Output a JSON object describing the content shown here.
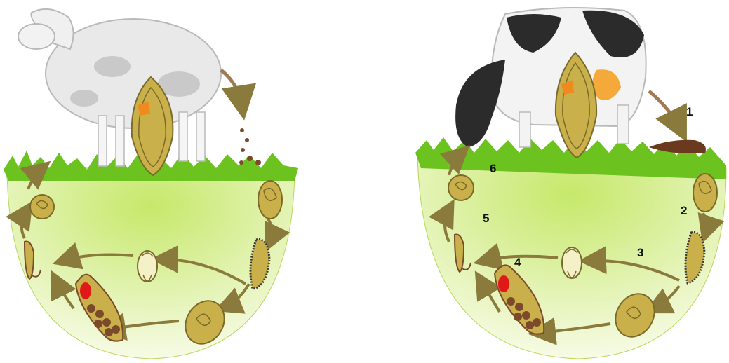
{
  "panels": [
    {
      "id": "sheep-cycle",
      "host": "sheep",
      "numbered": false
    },
    {
      "id": "cow-cycle",
      "host": "cow",
      "numbered": true,
      "step_labels": [
        "1",
        "2",
        "3",
        "4",
        "5",
        "6"
      ]
    }
  ],
  "colors": {
    "grass": "#6cc21f",
    "soil_gradient_top": "#c6e86a",
    "soil_gradient_bottom": "#f7fbe6",
    "arrow": "#8a7a3c",
    "fluke_body": "#c9b04a",
    "fluke_spot": "#f08a1c",
    "redia_spot": "#e01818",
    "egg_brown": "#7a4a2a",
    "cow_black": "#2b2b2b",
    "sheep_wool": "#e9e9e9"
  },
  "stages": [
    "fluke-adult",
    "egg",
    "miracidium",
    "sporocyst",
    "snail",
    "redia",
    "cercaria",
    "metacercaria"
  ]
}
